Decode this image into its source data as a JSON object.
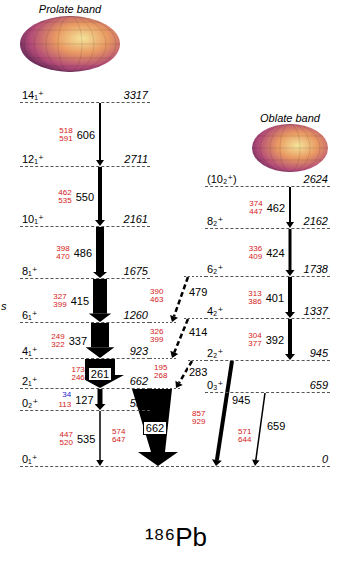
{
  "diagram": {
    "caption": "¹⁸⁶Pb",
    "nodes": [
      {
        "text": [
          "14₁⁺",
          "3317"
        ]
      },
      {
        "text": [
          "12₁⁺",
          "2711"
        ]
      },
      {
        "text": [
          "10₁⁺",
          "2161"
        ]
      },
      {
        "text": [
          "8₁⁺",
          "1675"
        ]
      },
      {
        "text": [
          "6₁⁺",
          "1260"
        ]
      },
      {
        "text": [
          "4₁⁺",
          "923"
        ]
      },
      {
        "text": [
          "2₁⁺",
          "662"
        ]
      },
      {
        "text": [
          "0₂⁺",
          "535"
        ]
      },
      {
        "text": [
          "(10₂⁺)",
          "2624"
        ]
      },
      {
        "text": [
          "8₂⁺",
          "2162"
        ]
      },
      {
        "text": [
          "6₂⁺",
          "1738"
        ]
      },
      {
        "text": [
          "4₂⁺",
          "1337"
        ]
      },
      {
        "text": [
          "2₂⁺",
          "945"
        ]
      },
      {
        "text": [
          "0₃⁺",
          "659"
        ]
      },
      {
        "text": [
          "0₁⁺",
          "0"
        ]
      }
    ],
    "edges": [
      {
        "from": 0,
        "to": 1,
        "arrow": "to",
        "label": "606"
      },
      {
        "from": 1,
        "to": 2,
        "arrow": "to",
        "label": "550"
      },
      {
        "from": 2,
        "to": 3,
        "arrow": "to",
        "label": "486"
      },
      {
        "from": 3,
        "to": 4,
        "arrow": "to",
        "label": "415"
      },
      {
        "from": 4,
        "to": 5,
        "arrow": "to",
        "label": "337"
      },
      {
        "from": 5,
        "to": 6,
        "arrow": "to",
        "label": "261"
      },
      {
        "from": 6,
        "to": 7,
        "arrow": "to",
        "label": "127"
      },
      {
        "from": 7,
        "to": 14,
        "arrow": "to",
        "label": "535"
      },
      {
        "from": 6,
        "to": 14,
        "arrow": "to",
        "label": "662"
      },
      {
        "from": 8,
        "to": 9,
        "arrow": "to",
        "label": "462"
      },
      {
        "from": 9,
        "to": 10,
        "arrow": "to",
        "label": "424"
      },
      {
        "from": 10,
        "to": 11,
        "arrow": "to",
        "label": "401"
      },
      {
        "from": 11,
        "to": 12,
        "arrow": "to",
        "label": "392"
      },
      {
        "from": 10,
        "to": 4,
        "arrow": "to",
        "label": "479"
      },
      {
        "from": 11,
        "to": 5,
        "arrow": "to",
        "label": "414"
      },
      {
        "from": 12,
        "to": 6,
        "arrow": "to",
        "label": "283"
      },
      {
        "from": 12,
        "to": 14,
        "arrow": "to",
        "label": "945"
      },
      {
        "from": 13,
        "to": 14,
        "arrow": "to",
        "label": "659"
      }
    ],
    "labels": [
      "Prolate band",
      "Oblate band",
      "518 591",
      "462 535",
      "398 470",
      "327 399",
      "249 322",
      "173 246",
      "34",
      "113",
      "447 520",
      "574 647",
      "374 447",
      "336 409",
      "313 386",
      "304 377",
      "390 463",
      "326 399",
      "195 268",
      "857 929",
      "571 644",
      "s"
    ]
  }
}
